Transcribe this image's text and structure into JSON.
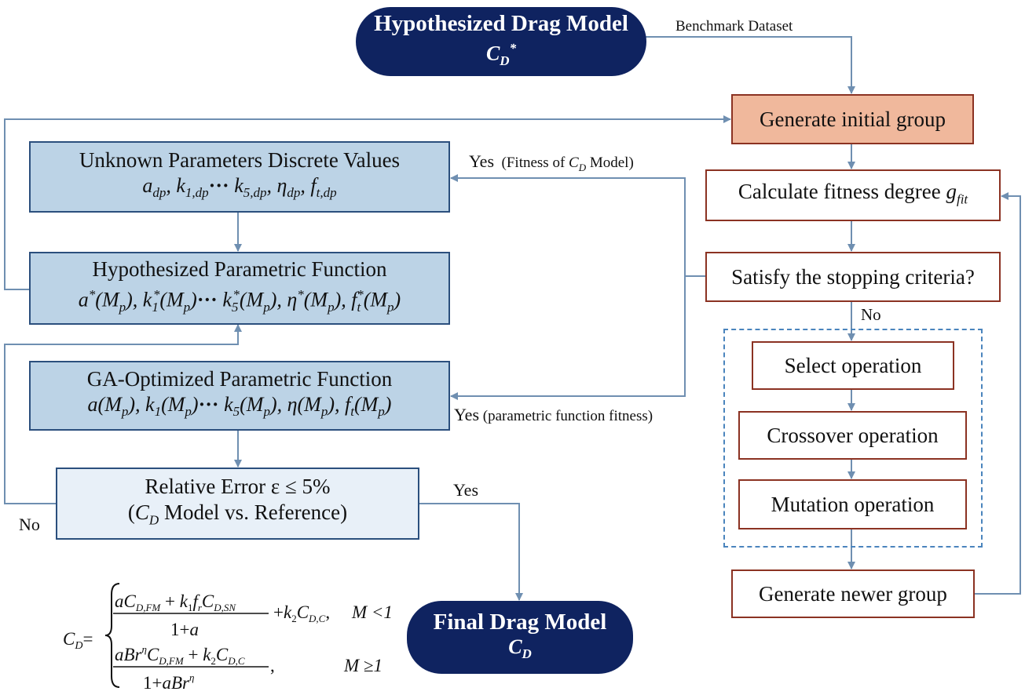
{
  "colors": {
    "pill_bg": "#0f2360",
    "blue_box": "#bcd3e6",
    "light_box": "#e8f0f8",
    "orange_box": "#f0b89c",
    "brown_border": "#8b3222",
    "arrow": "#6f8fb1",
    "dash": "#4a84bd"
  },
  "start": {
    "title": "Hypothesized Drag Model",
    "symbol": "C",
    "sub": "D",
    "sup": "*"
  },
  "benchmark_label": "Benchmark Dataset",
  "generate_initial": "Generate initial group",
  "calc_fitness": {
    "text": "Calculate fitness degree ",
    "var": "g",
    "sub": "fit"
  },
  "stopping": "Satisfy the stopping criteria?",
  "no_label": "No",
  "select_op": "Select operation",
  "crossover_op": "Crossover operation",
  "mutation_op": "Mutation operation",
  "generate_newer": "Generate newer group",
  "unknown": {
    "title": "Unknown Parameters Discrete Values"
  },
  "yes_fitness": {
    "yes": "Yes",
    "open": "(Fitness of ",
    "model": "Model)"
  },
  "hypo_func": {
    "title": "Hypothesized Parametric Function"
  },
  "ga_func": {
    "title": "GA-Optimized Parametric Function"
  },
  "yes_param": {
    "yes": "Yes",
    "rest": "(parametric function fitness)"
  },
  "rel_error": {
    "line1": "Relative Error ε ≤ 5%",
    "line2a": "(",
    "line2b": " Model vs. Reference)"
  },
  "yes_final": "Yes",
  "no_left": "No",
  "final": {
    "title": "Final Drag Model",
    "symbol": "C",
    "sub": "D"
  },
  "formula": {
    "cond1": "M <1",
    "cond2": "M ≥1"
  }
}
